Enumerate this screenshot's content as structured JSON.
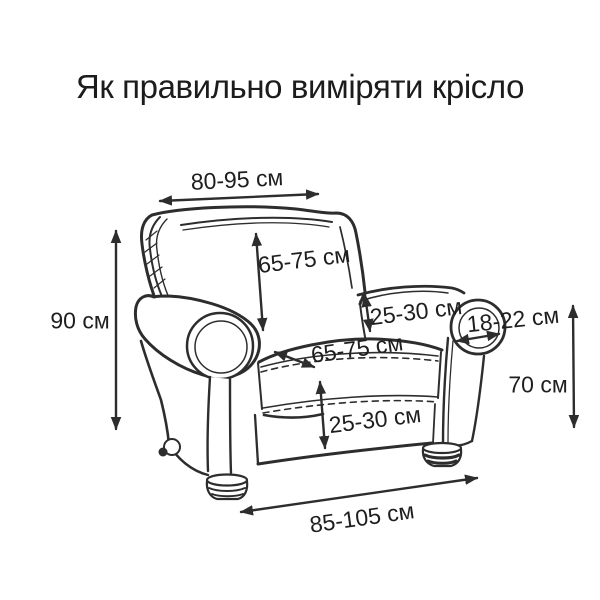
{
  "title": "Як правильно виміряти крісло",
  "diagram": {
    "subject": "armchair-measurement-guide",
    "unit": "см",
    "measurements": [
      {
        "id": "back-width",
        "label": "80-95 см"
      },
      {
        "id": "back-height",
        "label": "65-75 см"
      },
      {
        "id": "armrest-to-seat",
        "label": "25-30 см"
      },
      {
        "id": "armrest-front-width",
        "label": "18-22 см"
      },
      {
        "id": "chair-height",
        "label": "90 см"
      },
      {
        "id": "seat-width",
        "label": "65-75 см"
      },
      {
        "id": "arm-outer-height",
        "label": "70 см"
      },
      {
        "id": "seat-front-height",
        "label": "25-30 см"
      },
      {
        "id": "chair-base-width",
        "label": "85-105 см"
      }
    ]
  },
  "colors": {
    "line": "#2d2d2d",
    "text": "#1e1e1e",
    "background": "#ffffff"
  }
}
